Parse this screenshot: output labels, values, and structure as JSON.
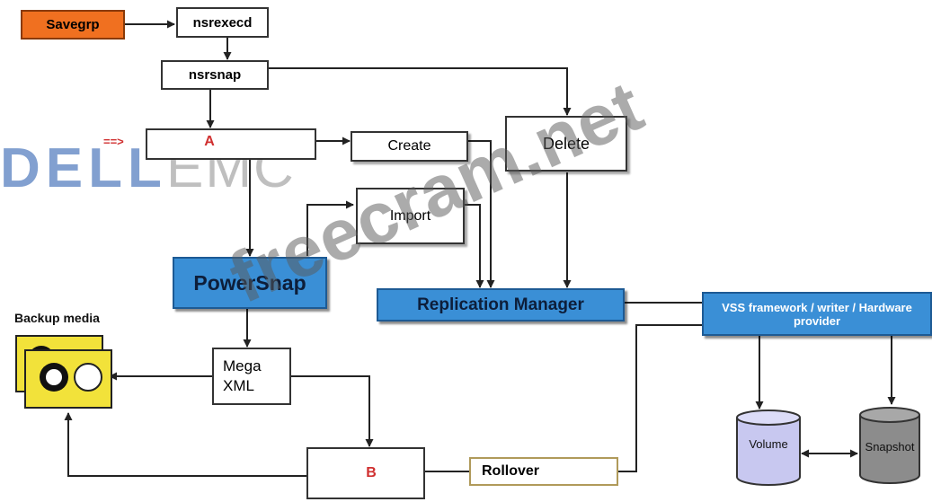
{
  "nodes": {
    "savegrp": "Savegrp",
    "nsrexecd": "nsrexecd",
    "nsrsnap": "nsrsnap",
    "a_marker": "==>",
    "a": "A",
    "create": "Create",
    "delete": "Delete",
    "import": "Import",
    "powersnap": "PowerSnap",
    "replication_manager": "Replication Manager",
    "vss": "VSS framework / writer / Hardware provider",
    "backup_media": "Backup media",
    "mega_xml_line1": "Mega",
    "mega_xml_line2": "XML",
    "b": "B",
    "rollover": "Rollover",
    "volume": "Volume",
    "snapshot": "Snapshot"
  },
  "watermarks": {
    "logo_dell": "DELL",
    "logo_emc": "EMC",
    "site": "freecram.net"
  },
  "colors": {
    "savegrp_fill": "#f07020",
    "blue_fill": "#3a8fd6",
    "media_yellow": "#f2e23a",
    "volume_fill": "#c8c8f0",
    "snapshot_fill": "#8c8c8c",
    "a_b_text": "#d03030",
    "logo_blue": "#6d90c8"
  },
  "edges": [
    {
      "from": "Savegrp",
      "to": "nsrexecd"
    },
    {
      "from": "nsrexecd",
      "to": "nsrsnap"
    },
    {
      "from": "nsrsnap",
      "to": "A"
    },
    {
      "from": "nsrsnap",
      "to": "Delete"
    },
    {
      "from": "A",
      "to": "Create"
    },
    {
      "from": "A",
      "to": "PowerSnap"
    },
    {
      "from": "PowerSnap",
      "to": "Import"
    },
    {
      "from": "Create",
      "to": "Replication Manager"
    },
    {
      "from": "Import",
      "to": "Replication Manager"
    },
    {
      "from": "Delete",
      "to": "Replication Manager"
    },
    {
      "from": "Replication Manager",
      "to": "VSS framework / writer / Hardware provider"
    },
    {
      "from": "VSS framework / writer / Hardware provider",
      "to": "Volume"
    },
    {
      "from": "VSS framework / writer / Hardware provider",
      "to": "Snapshot"
    },
    {
      "from": "Volume",
      "to": "Snapshot",
      "bidirectional": true
    },
    {
      "from": "PowerSnap",
      "to": "Mega XML"
    },
    {
      "from": "Mega XML",
      "to": "Backup media"
    },
    {
      "from": "Mega XML",
      "to": "B"
    },
    {
      "from": "B",
      "to": "Backup media"
    },
    {
      "from": "Rollover",
      "to": "B"
    },
    {
      "from": "Rollover",
      "to": "VSS framework / writer / Hardware provider"
    }
  ]
}
